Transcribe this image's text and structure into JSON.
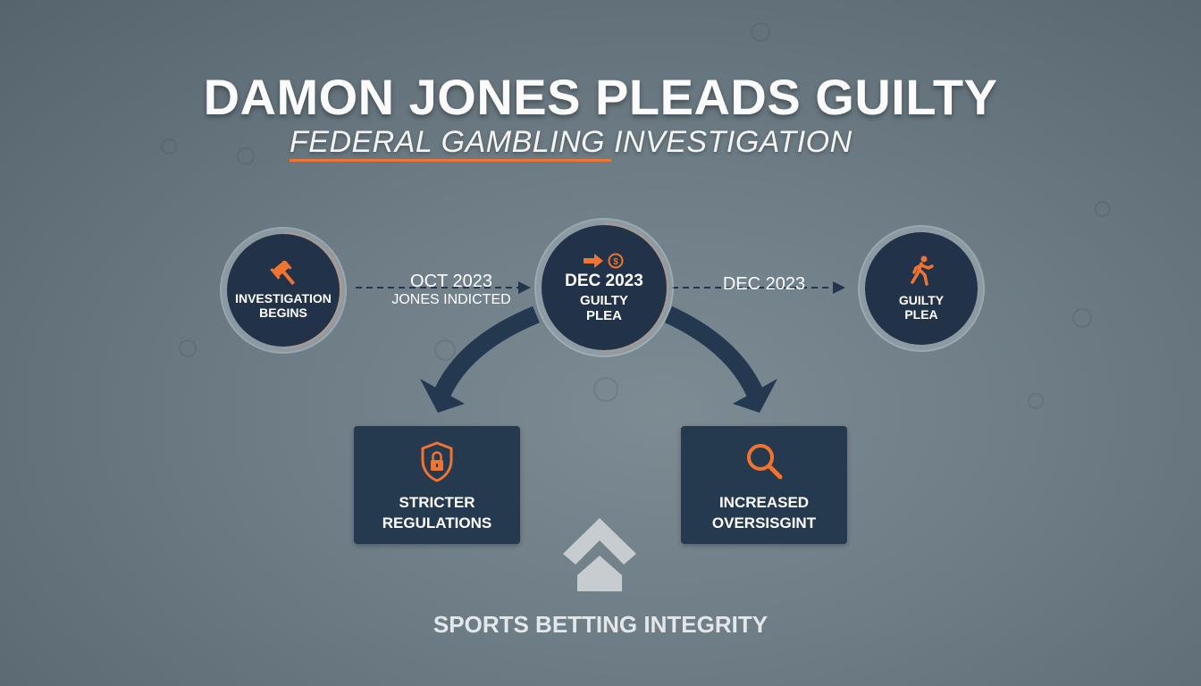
{
  "header": {
    "title": "DAMON JONES PLEADS GUILTY",
    "subtitle": "FEDERAL GAMBLING INVESTIGATION"
  },
  "colors": {
    "accent": "#ef7432",
    "node_fill": "#223349",
    "card_fill": "#25394f",
    "arrow": "#243850",
    "background": "#6e7d86"
  },
  "timeline": {
    "nodes": [
      {
        "icon": "gavel-icon",
        "line1": "INVESTIGATION",
        "line2": "BEGINS"
      },
      {
        "icon": "arrow-dollar-icon",
        "date": "DEC 2023",
        "line1": "GUILTY",
        "line2": "PLEA"
      },
      {
        "icon": "running-person-icon",
        "line1": "GUILTY",
        "line2": "PLEA"
      }
    ],
    "connectors": [
      {
        "date": "OCT 2023",
        "caption": "JONES INDICTED"
      },
      {
        "date": "DEC 2023"
      }
    ]
  },
  "outcomes": [
    {
      "icon": "shield-lock-icon",
      "line1": "STRICTER",
      "line2": "REGULATIONS"
    },
    {
      "icon": "magnifier-icon",
      "line1": "INCREASED",
      "line2": "OVERSISGINT"
    }
  ],
  "footer": {
    "icon": "up-chevrons-icon",
    "label": "SPORTS BETTING INTEGRITY"
  }
}
